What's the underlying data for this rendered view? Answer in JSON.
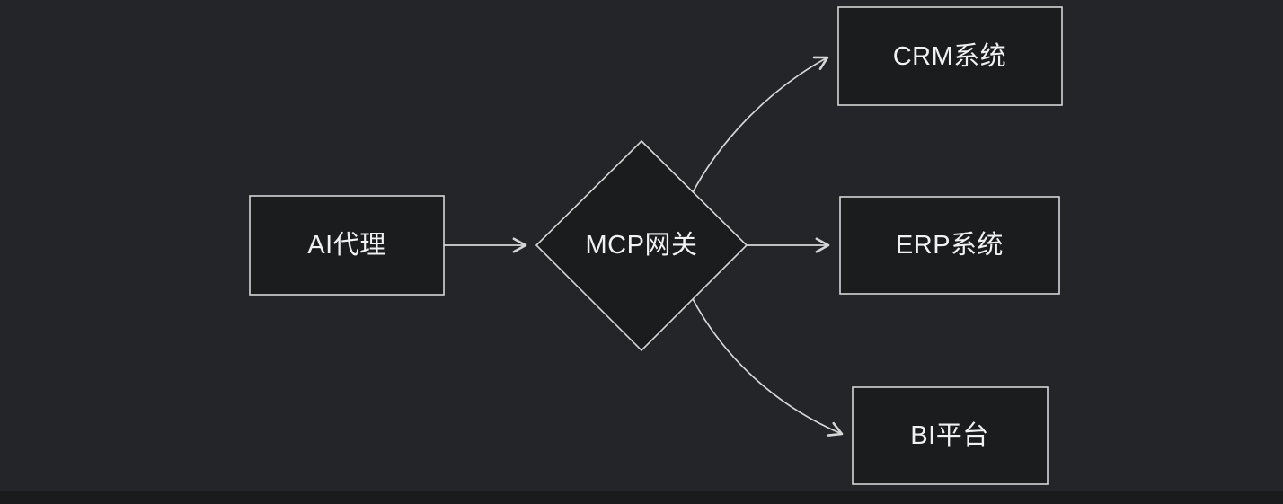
{
  "diagram": {
    "nodes": {
      "ai_agent": {
        "label": "AI代理"
      },
      "mcp_gateway": {
        "label": "MCP网关"
      },
      "crm": {
        "label": "CRM系统"
      },
      "erp": {
        "label": "ERP系统"
      },
      "bi": {
        "label": "BI平台"
      }
    },
    "edges": [
      {
        "from": "ai_agent",
        "to": "mcp_gateway"
      },
      {
        "from": "mcp_gateway",
        "to": "crm"
      },
      {
        "from": "mcp_gateway",
        "to": "erp"
      },
      {
        "from": "mcp_gateway",
        "to": "bi"
      }
    ],
    "colors": {
      "background": "#242528",
      "node_fill": "#1b1c1e",
      "stroke": "#d6d6d6",
      "text": "#f1f1f1",
      "edge_strip": "#1a1b1d"
    }
  }
}
